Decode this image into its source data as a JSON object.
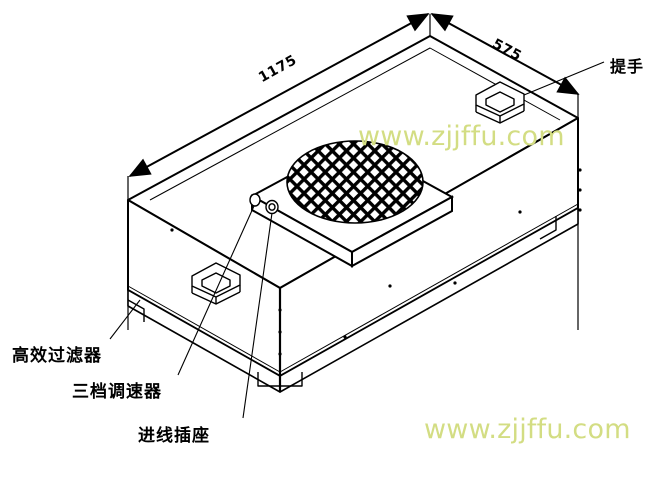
{
  "document": {
    "type": "technical-line-drawing",
    "subject": "FFU fan filter unit isometric assembly drawing",
    "background_color": "#ffffff",
    "line_color": "#000000"
  },
  "dimensions": {
    "length": {
      "value": "1175",
      "unit_implied": "mm",
      "position": "top-left-edge"
    },
    "width": {
      "value": "575",
      "unit_implied": "mm",
      "position": "top-right-edge"
    }
  },
  "callouts": [
    {
      "id": "hepa-filter",
      "label": "高效过滤器",
      "meaning": "high-efficiency HEPA filter",
      "position": "bottom-left"
    },
    {
      "id": "speed-controller",
      "label": "三档调速器",
      "meaning": "three-speed controller",
      "position": "bottom-left"
    },
    {
      "id": "inlet-socket",
      "label": "进线插座",
      "meaning": "power inlet socket",
      "position": "bottom-center"
    },
    {
      "id": "handle",
      "label": "提手",
      "meaning": "carrying handle",
      "position": "top-right"
    }
  ],
  "watermarks": [
    {
      "id": "watermark-top",
      "text": "www.zjjffu.com",
      "color": "#d3dd83"
    },
    {
      "id": "watermark-bottom",
      "text": "www.zjjffu.com",
      "color": "#d3dd83"
    }
  ],
  "parts": {
    "fan_grille": {
      "name": "circular mesh fan guard",
      "shape": "circle on square plate",
      "pattern": "diamond cross-hatch mesh"
    },
    "body": {
      "name": "ffu housing box",
      "shape": "rectangular box in isometric projection"
    },
    "handles": {
      "count": 2,
      "name": "recessed pull handles"
    },
    "controls": {
      "count": 2,
      "name": "knob and socket on top panel"
    }
  }
}
